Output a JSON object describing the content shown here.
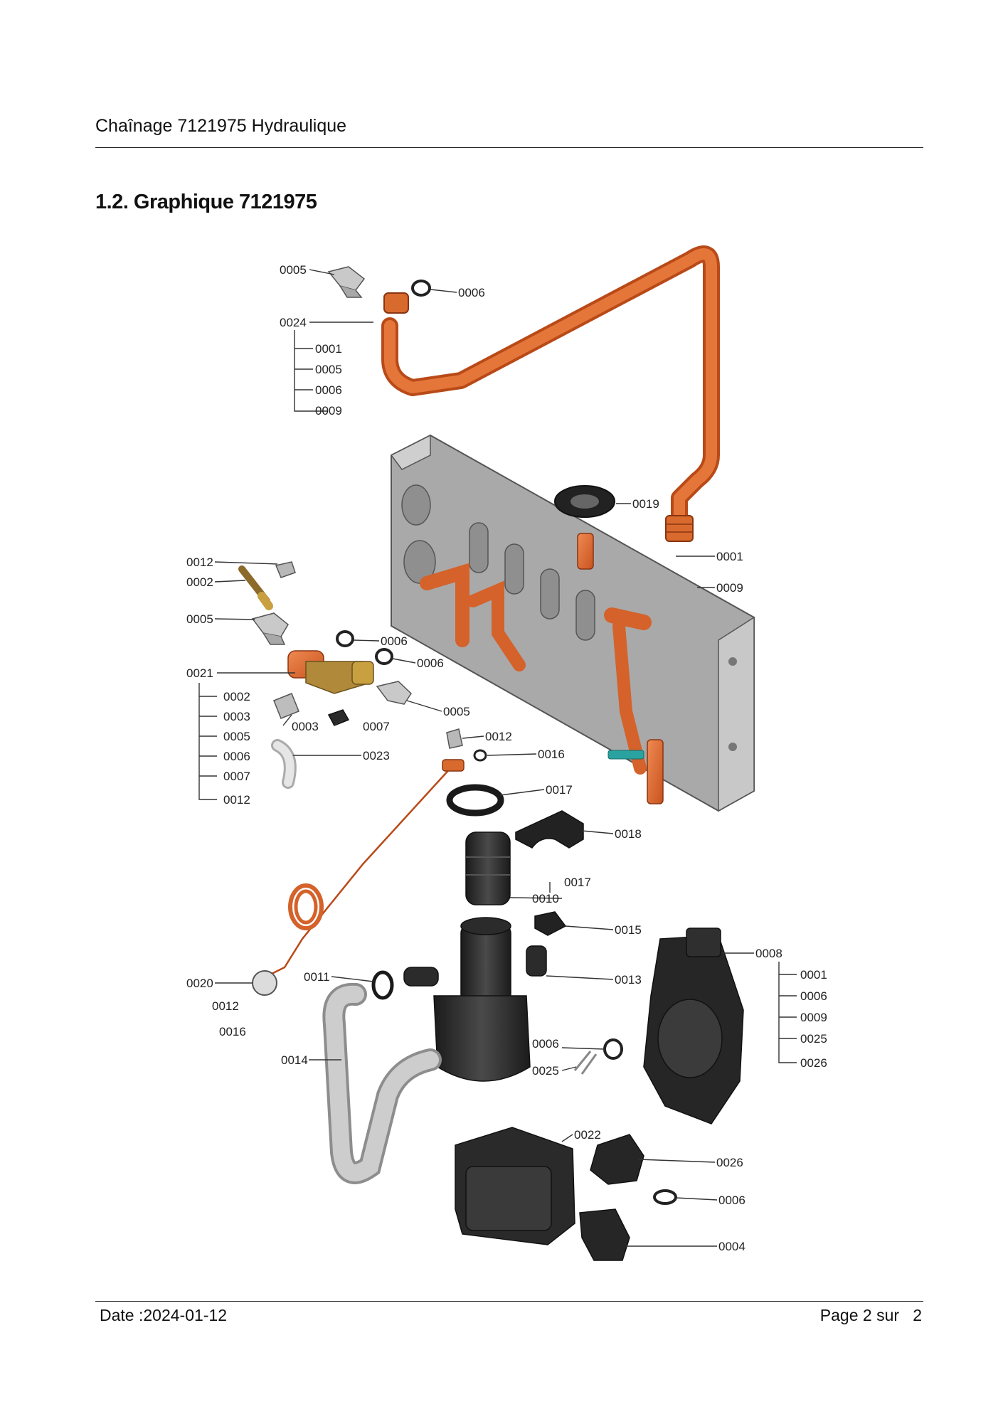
{
  "header": {
    "title": "Chaînage 7121975 Hydraulique"
  },
  "section": {
    "title": "1.2. Graphique 7121975"
  },
  "footer": {
    "date": "Date :2024-01-12",
    "page": "Page 2 sur   2"
  },
  "diagram": {
    "labels": {
      "l_0005_top": "0005",
      "l_0006_top": "0006",
      "l_0024": "0024",
      "l_0024_sub1": "0001",
      "l_0024_sub2": "0005",
      "l_0024_sub3": "0006",
      "l_0024_sub4": "0009",
      "l_0019": "0019",
      "l_0001_r": "0001",
      "l_0009_r": "0009",
      "l_0012_l": "0012",
      "l_0002_l": "0002",
      "l_0005_l": "0005",
      "l_0006_a": "0006",
      "l_0006_b": "0006",
      "l_0021": "0021",
      "l_0021_sub1": "0002",
      "l_0021_sub2": "0003",
      "l_0021_sub3": "0005",
      "l_0021_sub4": "0006",
      "l_0021_sub5": "0007",
      "l_0021_sub6": "0012",
      "l_0003": "0003",
      "l_0007": "0007",
      "l_0005_m": "0005",
      "l_0023": "0023",
      "l_0012_m": "0012",
      "l_0016_m": "0016",
      "l_0017_a": "0017",
      "l_0018": "0018",
      "l_0017_b": "0017",
      "l_0010": "0010",
      "l_0015": "0015",
      "l_0008": "0008",
      "l_0008_sub1": "0001",
      "l_0008_sub2": "0006",
      "l_0008_sub3": "0009",
      "l_0008_sub4": "0025",
      "l_0008_sub5": "0026",
      "l_0020": "0020",
      "l_0020_sub1": "0012",
      "l_0020_sub2": "0016",
      "l_0011": "0011",
      "l_0013": "0013",
      "l_0014": "0014",
      "l_0006_c": "0006",
      "l_0025": "0025",
      "l_0022": "0022",
      "l_0026": "0026",
      "l_0006_d": "0006",
      "l_0004": "0004"
    }
  }
}
